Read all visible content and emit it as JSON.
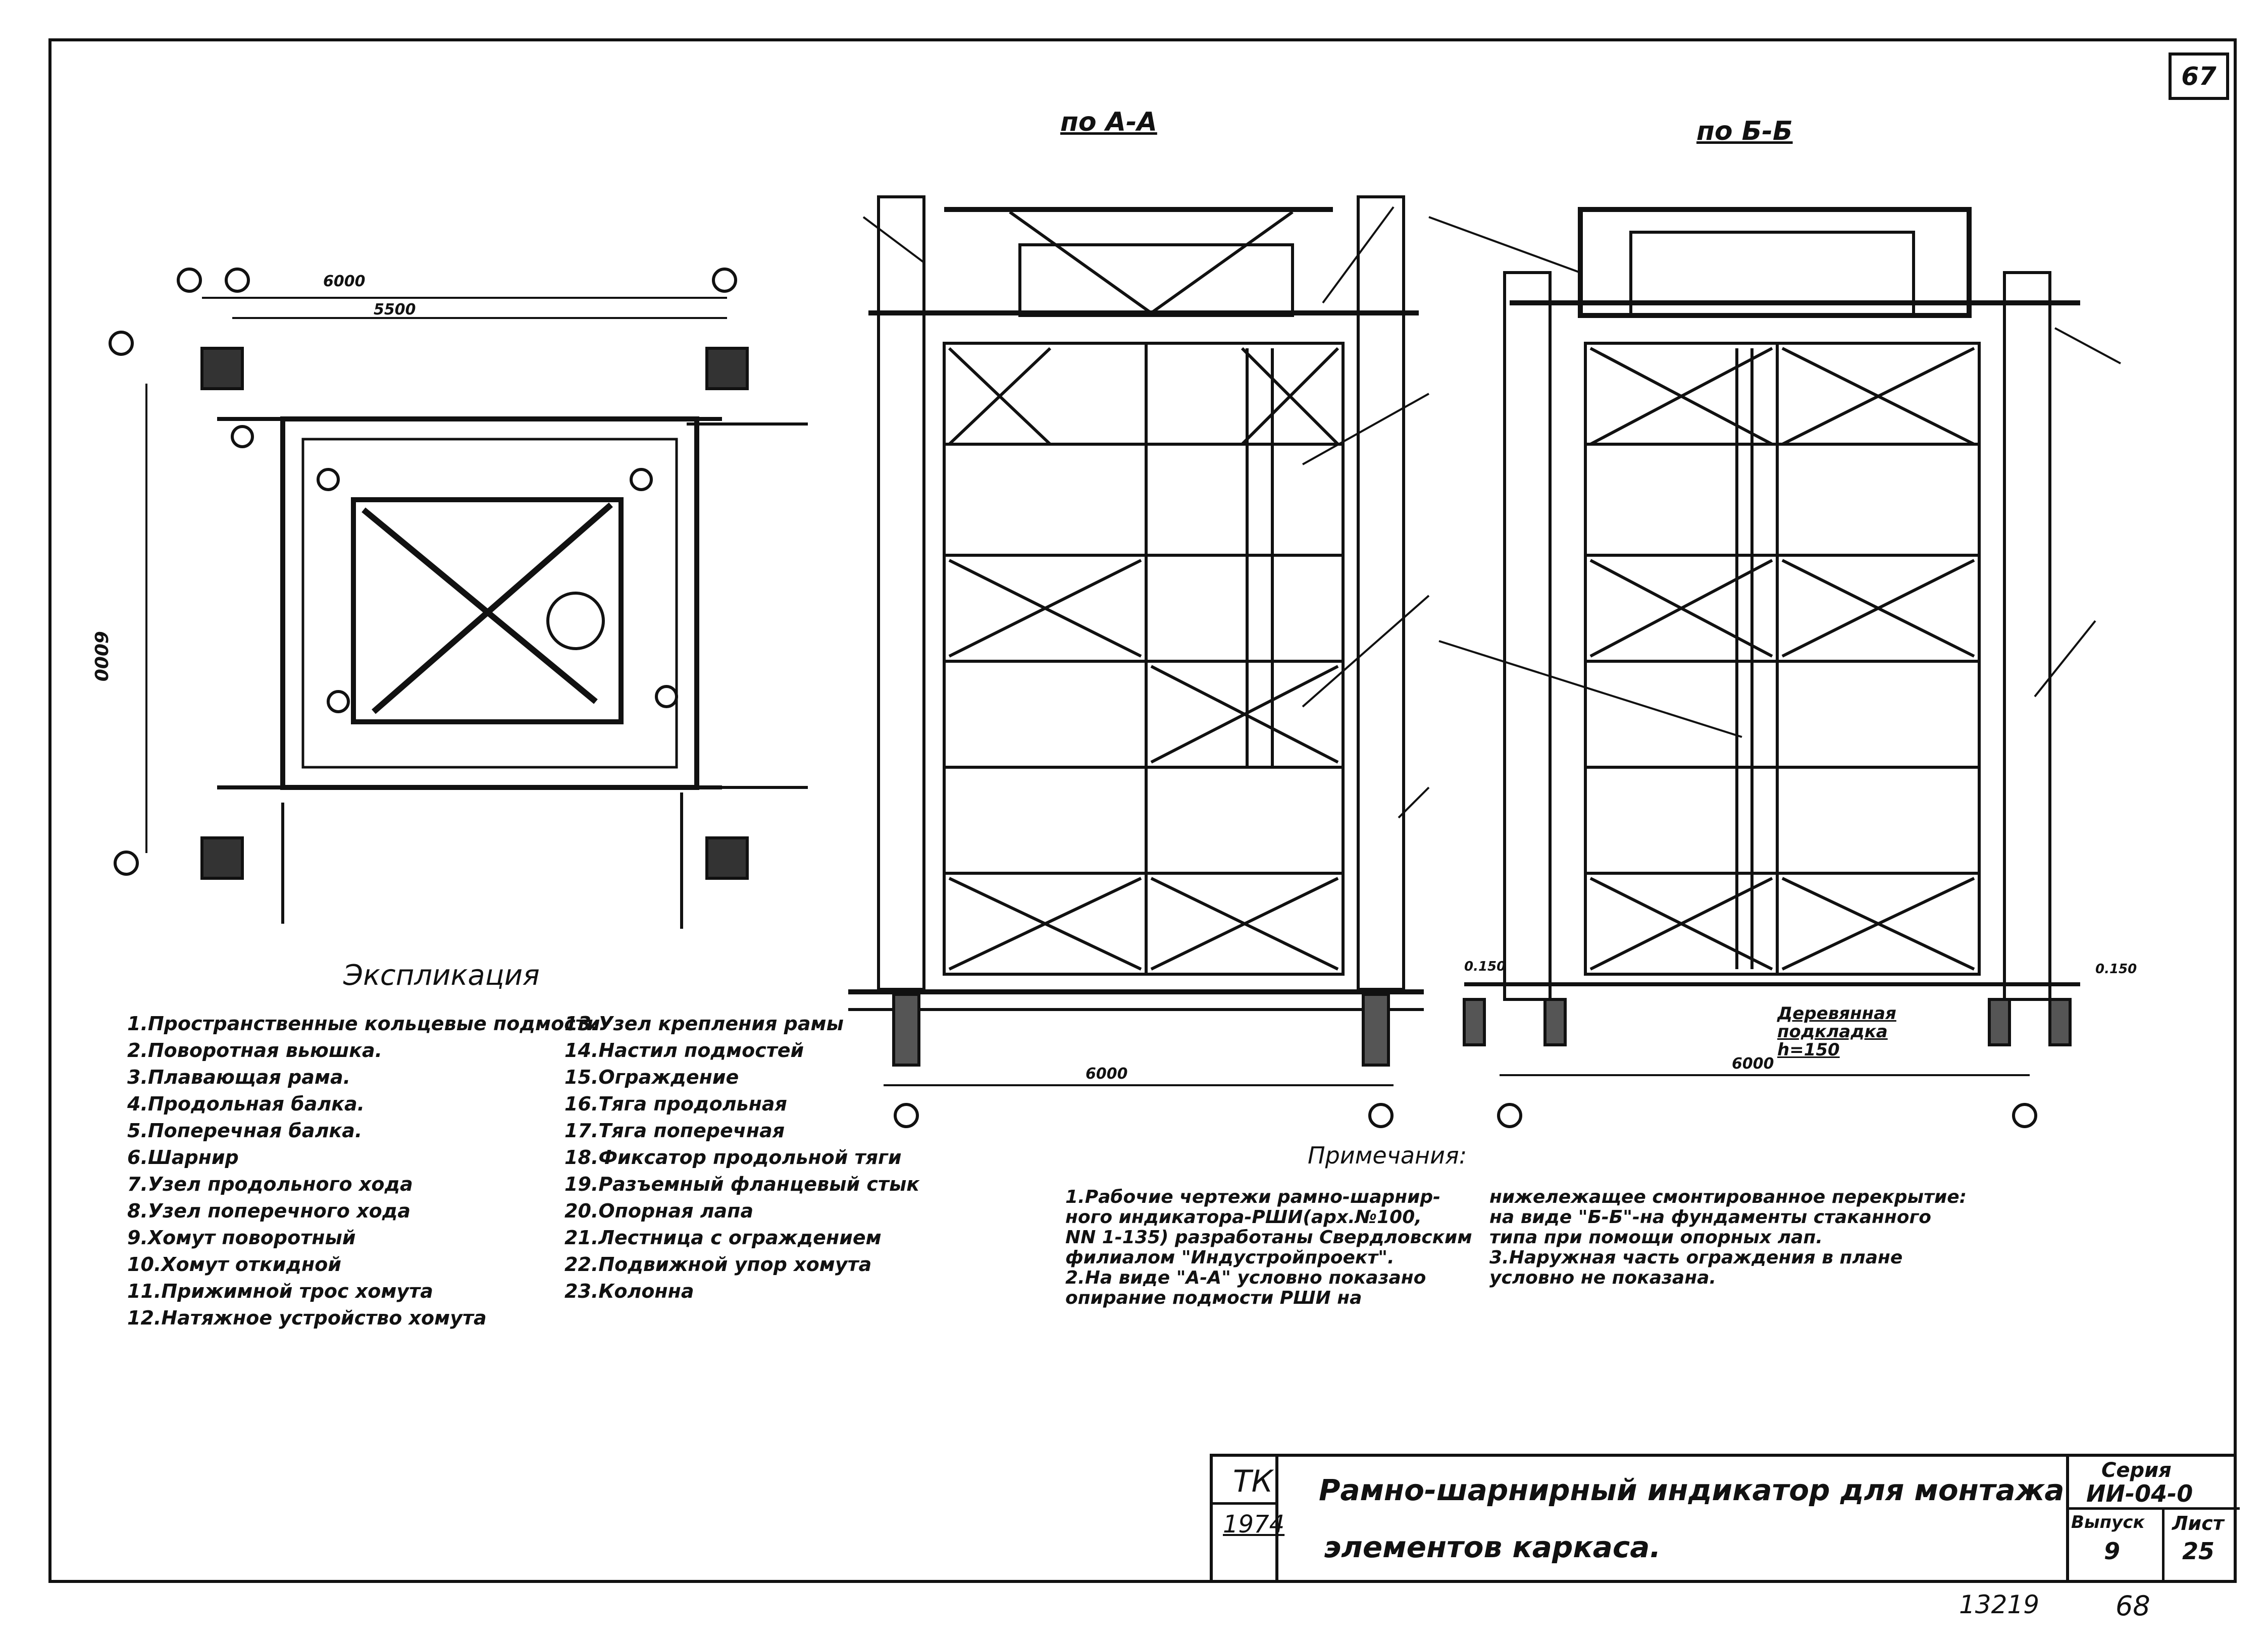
{
  "sheet": {
    "page_number_box": "67",
    "bottom_number_left": "13219",
    "bottom_number_right": "68"
  },
  "views": {
    "plan_label_dim_top_1": "6000",
    "plan_label_dim_top_2": "5500",
    "plan_label_dim_left": "6000",
    "section_aa_title": "по А-А",
    "section_bb_title": "по Б-Б",
    "section_aa_dim": "6000",
    "section_bb_dim": "6000",
    "bb_note_label": "Деревянная подкладка h=150",
    "bb_level_left": "0.150",
    "bb_level_right": "0.150"
  },
  "legend": {
    "title": "Экспликация",
    "col1": [
      "1.Пространственные кольцевые подмости",
      "2.Поворотная вьюшка.",
      "3.Плавающая рама.",
      "4.Продольная балка.",
      "5.Поперечная балка.",
      "6.Шарнир",
      "7.Узел продольного хода",
      "8.Узел поперечного хода",
      "9.Хомут поворотный",
      "10.Хомут откидной",
      "11.Прижимной трос хомута",
      "12.Натяжное устройство хомута"
    ],
    "col2": [
      "13.Узел крепления рамы",
      "14.Настил подмостей",
      "15.Ограждение",
      "16.Тяга продольная",
      "17.Тяга поперечная",
      "18.Фиксатор продольной тяги",
      "19.Разъемный фланцевый стык",
      "20.Опорная лапа",
      "21.Лестница с ограждением",
      "22.Подвижной упор хомута",
      "23.Колонна"
    ]
  },
  "notes": {
    "title": "Примечания:",
    "col1": [
      "1.Рабочие чертежи рамно-шарнир-",
      "ного индикатора-РШИ(арх.№100,",
      "NN 1-135) разработаны Свердловским",
      "филиалом \"Индустройпроект\".",
      "2.На виде \"А-А\" условно показано",
      "опирание подмости РШИ на"
    ],
    "col2": [
      "нижележащее смонтированное перекрытие:",
      "на виде \"Б-Б\"-на фундаменты стаканного",
      "типа при помощи опорных лап.",
      "3.Наружная часть ограждения в плане",
      "условно не показана."
    ]
  },
  "stamp": {
    "org": "ТК",
    "year": "1974",
    "title_line1": "Рамно-шарнирный индикатор для монтажа",
    "title_line2": "элементов каркаса.",
    "series_label": "Серия",
    "series_value": "ИИ-04-0",
    "issue_label": "Выпуск",
    "issue_value": "9",
    "sheet_label": "Лист",
    "sheet_value": "25"
  }
}
